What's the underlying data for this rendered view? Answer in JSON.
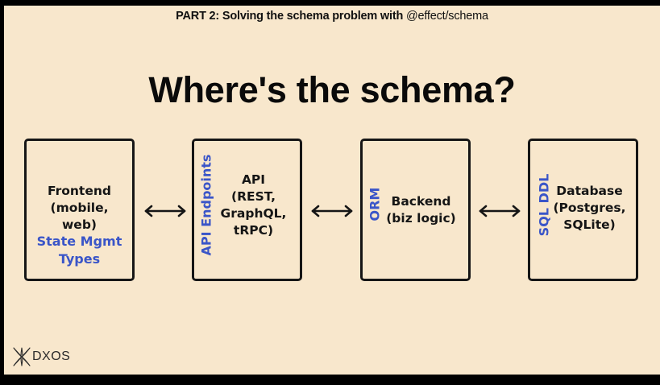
{
  "header": {
    "bold_text": "PART 2: Solving the schema problem with",
    "regular_text": "@effect/schema"
  },
  "title": "Where's the schema?",
  "boxes": [
    {
      "main_text": "Frontend\n(mobile,\nweb)",
      "annotation": "State Mgmt\nTypes",
      "annotation_orientation": "horizontal"
    },
    {
      "main_text": "API\n(REST,\nGraphQL,\ntRPC)",
      "annotation": "API Endpoints",
      "annotation_orientation": "vertical"
    },
    {
      "main_text": "Backend\n(biz logic)",
      "annotation": "ORM",
      "annotation_orientation": "vertical"
    },
    {
      "main_text": "Database\n(Postgres,\nSQLite)",
      "annotation": "SQL DDL",
      "annotation_orientation": "vertical"
    }
  ],
  "arrows": [
    {
      "from": "Frontend",
      "to": "API",
      "type": "bidirectional"
    },
    {
      "from": "API",
      "to": "Backend",
      "type": "bidirectional"
    },
    {
      "from": "Backend",
      "to": "Database",
      "type": "bidirectional"
    }
  ],
  "logo": {
    "icon": "dxos-star-icon",
    "text": "DXOS"
  },
  "colors": {
    "background": "#f8e7cc",
    "annotation_blue": "#3a55c8",
    "ink": "#151515",
    "frame": "#000000"
  }
}
